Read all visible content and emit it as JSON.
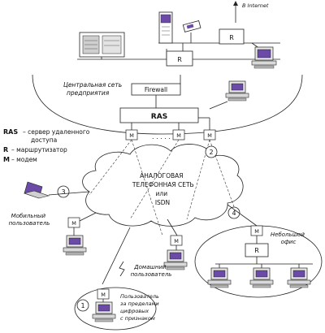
{
  "top": {
    "internet": "В Internet"
  },
  "labels": {
    "corporate_network": [
      "Центральная сеть",
      "предприятия"
    ],
    "firewall": "Firewall",
    "ras": "RAS",
    "dots": ". . . . .",
    "cloud": [
      "АНАЛОГОВАЯ",
      "ТЕЛЕФОННАЯ СЕТЬ",
      "или",
      "ISDN"
    ],
    "mobile_user": [
      "Мобильный",
      "пользователь"
    ],
    "home_user": [
      "Домашний",
      "пользователь"
    ],
    "small_office": [
      "Небольшой",
      "офис"
    ],
    "remote_user": [
      "Пользователь",
      "за пределами",
      "цифровых",
      "с признаком"
    ]
  },
  "legend": {
    "ras_key": "RAS",
    "ras_text": [
      "– сервер удаленного",
      "доступа"
    ],
    "r_key": "R",
    "r_text": "– маршрутизатор",
    "m_key": "M",
    "m_text": "– модем"
  },
  "device_labels": {
    "router": "R",
    "modem": "M"
  },
  "numbers": [
    "1",
    "2",
    "3",
    "4"
  ]
}
